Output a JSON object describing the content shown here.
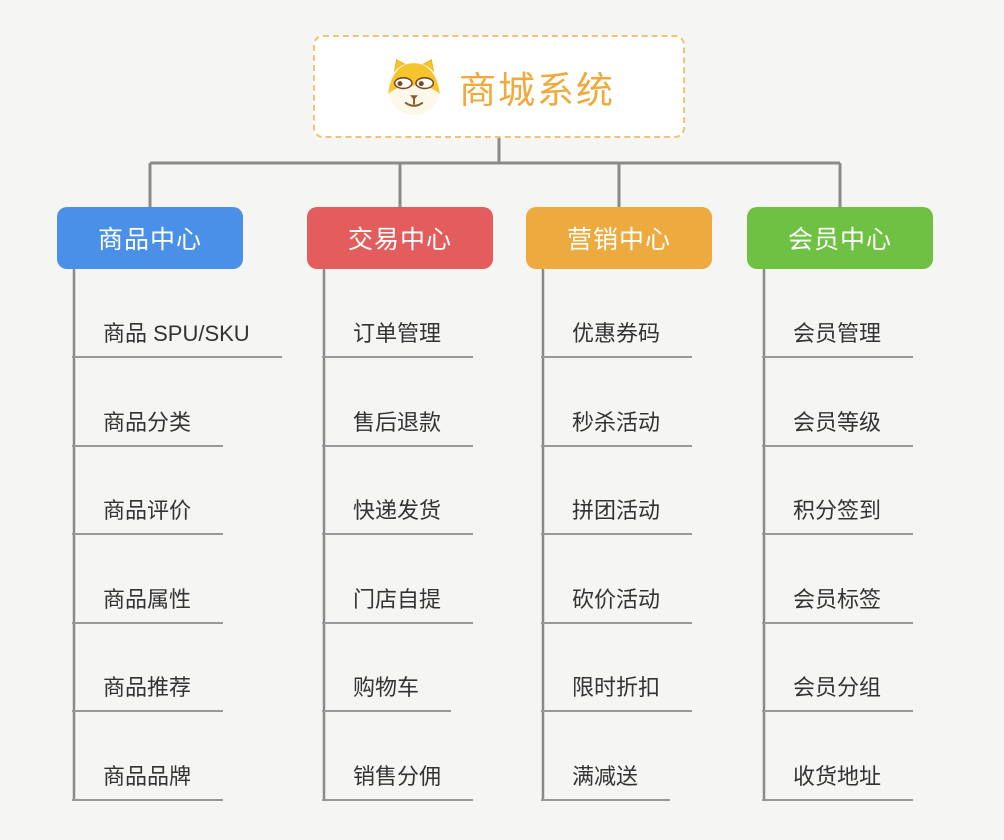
{
  "root": {
    "title": "商城系统",
    "icon": "dog-face-icon"
  },
  "branches": [
    {
      "id": "product-center",
      "label": "商品中心",
      "color": "#4a90e9",
      "items": [
        "商品 SPU/SKU",
        "商品分类",
        "商品评价",
        "商品属性",
        "商品推荐",
        "商品品牌"
      ]
    },
    {
      "id": "trade-center",
      "label": "交易中心",
      "color": "#e45d5d",
      "items": [
        "订单管理",
        "售后退款",
        "快递发货",
        "门店自提",
        "购物车",
        "销售分佣"
      ]
    },
    {
      "id": "marketing-center",
      "label": "营销中心",
      "color": "#ecaa3f",
      "items": [
        "优惠券码",
        "秒杀活动",
        "拼团活动",
        "砍价活动",
        "限时折扣",
        "满减送"
      ]
    },
    {
      "id": "member-center",
      "label": "会员中心",
      "color": "#6fc143",
      "items": [
        "会员管理",
        "会员等级",
        "积分签到",
        "会员标签",
        "会员分组",
        "收货地址"
      ]
    }
  ],
  "colors": {
    "background": "#f5f5f4",
    "connector": "#8a8a8a",
    "underline": "#989898",
    "item_text": "#333333",
    "root_text": "#efa93c",
    "root_border": "#f2c377"
  }
}
